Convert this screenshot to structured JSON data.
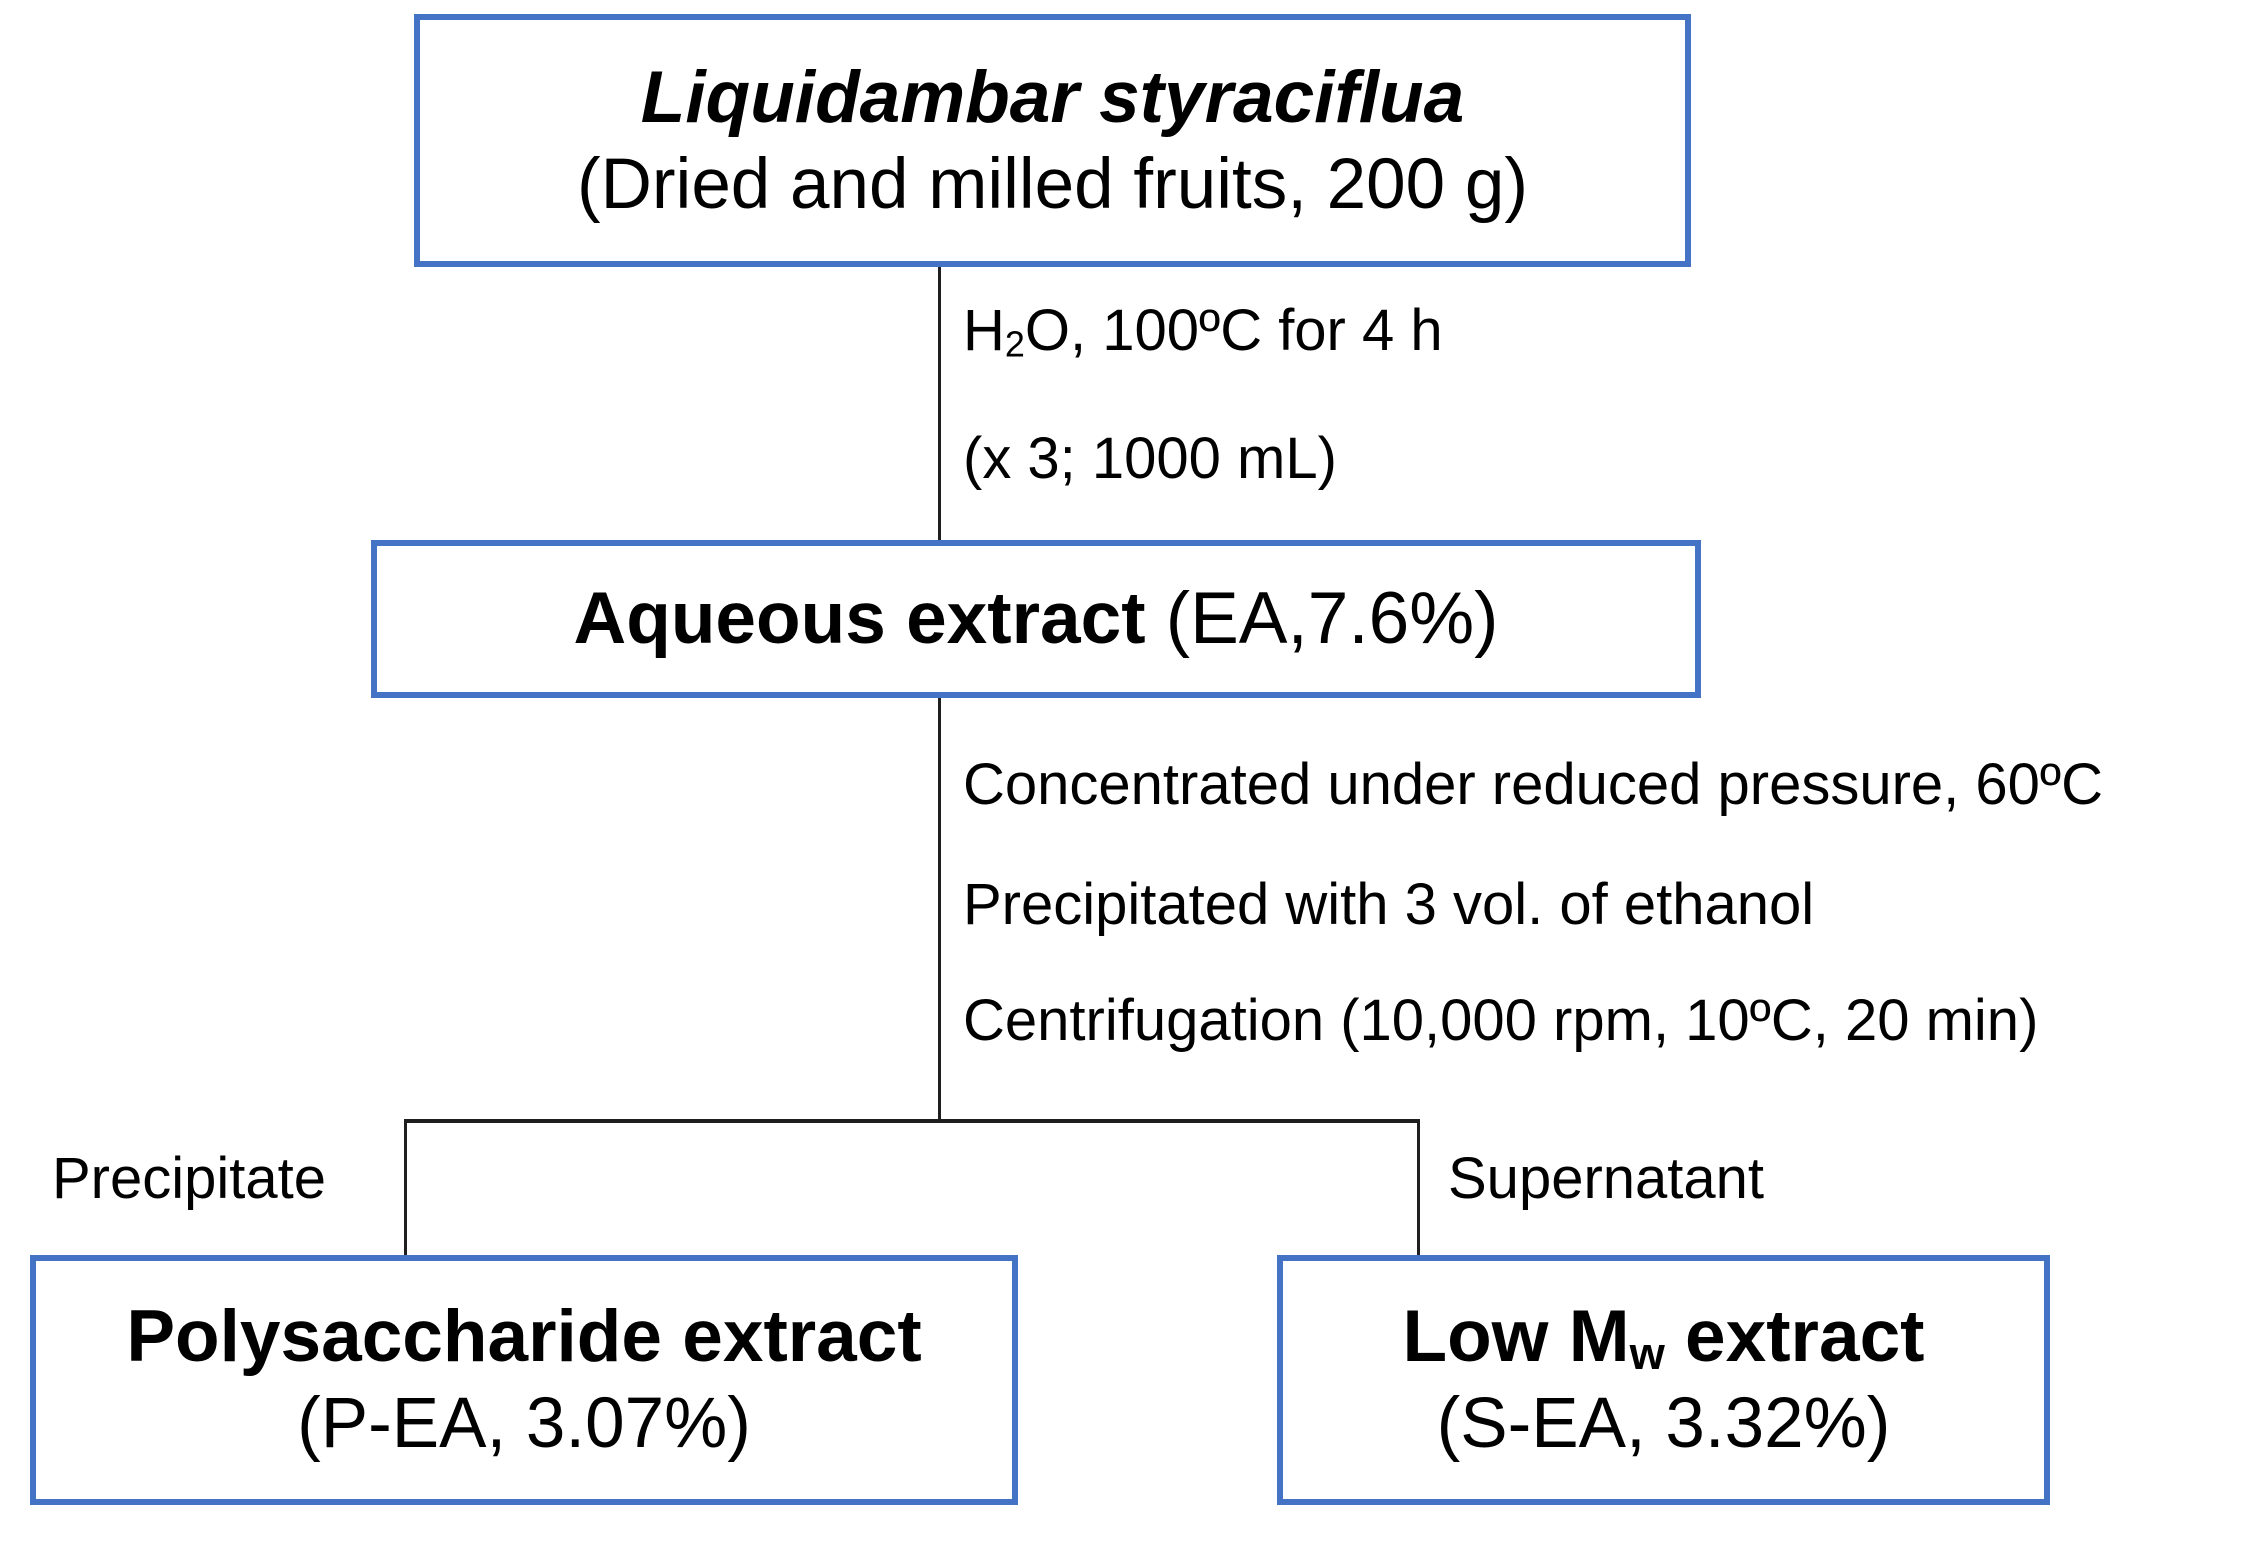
{
  "diagram": {
    "type": "extraction-flowchart",
    "colors": {
      "box_border": "#4472C4",
      "connector": "#1f1f1f",
      "text": "#000000",
      "background": "#ffffff"
    },
    "boxes": {
      "source": {
        "title": "Liquidambar styraciflua",
        "subtitle": "(Dried and milled fruits, 200 g)"
      },
      "aqueous": {
        "title_bold": "Aqueous extract",
        "title_detail": " (EA,7.6%)"
      },
      "polysaccharide": {
        "title": "Polysaccharide extract",
        "subtitle": "(P-EA, 3.07%)"
      },
      "low_mw": {
        "title_pre": "Low M",
        "title_sub": "w",
        "title_post": " extract",
        "subtitle": "(S-EA, 3.32%)"
      }
    },
    "steps": {
      "extraction": {
        "line1_pre": "H",
        "line1_sub": "2",
        "line1_post": "O, 100ºC for 4 h",
        "line2": "(x 3; 1000 mL)"
      },
      "processing": {
        "line1": "Concentrated under reduced pressure, 60ºC",
        "line2": "Precipitated with 3 vol. of ethanol",
        "line3": "Centrifugation (10,000 rpm, 10ºC, 20 min)"
      }
    },
    "branch_labels": {
      "left": "Precipitate",
      "right": "Supernatant"
    }
  }
}
